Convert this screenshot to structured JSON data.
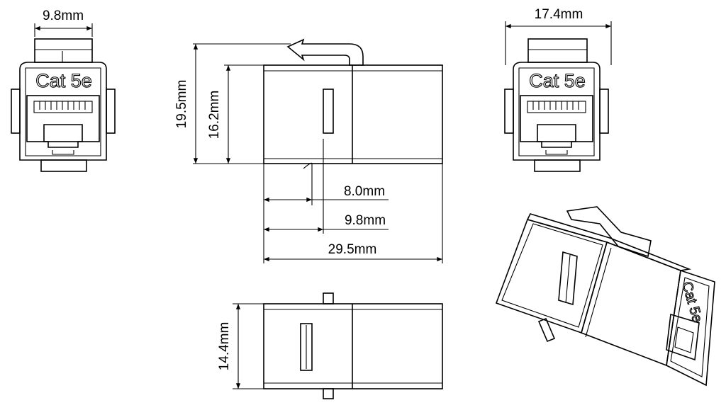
{
  "dimensions": {
    "front_left_width": "9.8mm",
    "front_right_width": "17.4mm",
    "side_total_height": "19.5mm",
    "side_body_height": "16.2mm",
    "side_offset_a": "8.0mm",
    "side_offset_b": "9.8mm",
    "side_total_length": "29.5mm",
    "bottom_height": "14.4mm"
  },
  "labels": {
    "front_left": "Cat 5e",
    "front_right": "Cat 5e",
    "iso_view": "Cat 5e"
  },
  "colors": {
    "line": "#000000",
    "background": "#ffffff"
  }
}
